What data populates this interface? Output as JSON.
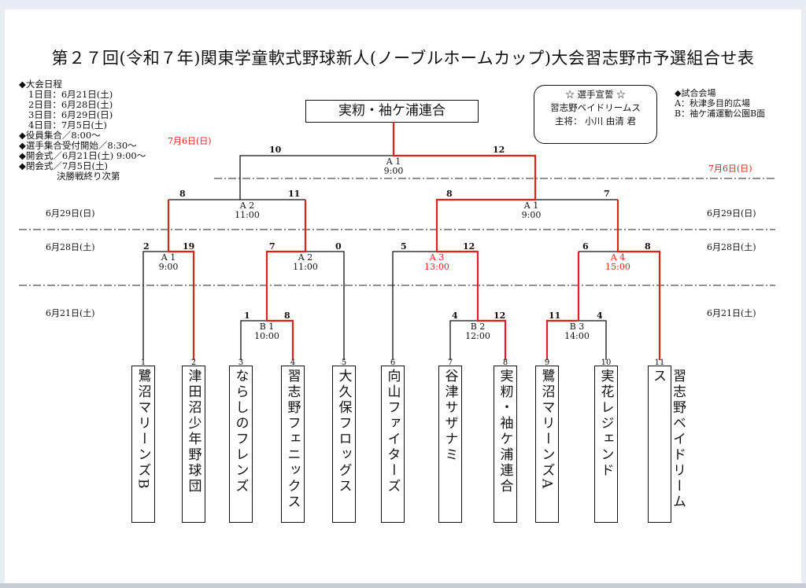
{
  "title": "第２７回(令和７年)関東学童軟式野球新人(ノーブルホームカップ)大会習志野市予選組合せ表",
  "schedule": {
    "header": "◆大会日程",
    "days": [
      "1日目：6月21日(土)",
      "2日目：6月28日(土)",
      "3日目：6月29日(日)",
      "4日目：7月5日(土)"
    ],
    "notes": [
      "◆役員集合／8:00～",
      "◆選手集合受付開始／8:30～",
      "◆開会式／6月21日(土) 9:00～",
      "◆閉会式／7月5日(土)",
      "決勝戦終り次第"
    ]
  },
  "champion": "実籾・袖ケ浦連合",
  "oath": {
    "title": "☆ 選手宣誓 ☆",
    "team": "習志野ベイドリームス",
    "captain": "主将： 小川 由清 君"
  },
  "venues": {
    "header": "◆試合会場",
    "a": "A：秋津多目的広場",
    "b": "B：袖ケ浦運動公園B面"
  },
  "dates": {
    "final": "7月6日(日)",
    "semi": "6月29日(日)",
    "quarter": "6月28日(土)",
    "round1": "6月21日(土)"
  },
  "matches": {
    "final": {
      "court": "A 1",
      "time": "9:00"
    },
    "semi_left": {
      "court": "A 2",
      "time": "11:00"
    },
    "semi_right": {
      "court": "A 1",
      "time": "9:00"
    },
    "q1": {
      "court": "A 1",
      "time": "9:00"
    },
    "q2": {
      "court": "A 2",
      "time": "11:00"
    },
    "q3": {
      "court": "A 3",
      "time": "13:00"
    },
    "q4": {
      "court": "A 4",
      "time": "15:00"
    },
    "r1a": {
      "court": "B 1",
      "time": "10:00"
    },
    "r1b": {
      "court": "B 2",
      "time": "12:00"
    },
    "r1c": {
      "court": "B 3",
      "time": "14:00"
    }
  },
  "scores": [
    "10",
    "12",
    "8",
    "11",
    "8",
    "7",
    "2",
    "19",
    "7",
    "0",
    "5",
    "12",
    "6",
    "8",
    "1",
    "8",
    "4",
    "12",
    "11",
    "4"
  ],
  "teams": [
    {
      "seed": "1",
      "name": "鷺沼マリーンズB"
    },
    {
      "seed": "2",
      "name": "津田沼少年野球団"
    },
    {
      "seed": "3",
      "name": "ならしのフレンズ"
    },
    {
      "seed": "4",
      "name": "習志野フェニックス"
    },
    {
      "seed": "5",
      "name": "大久保フロッグス"
    },
    {
      "seed": "6",
      "name": "向山ファイターズ"
    },
    {
      "seed": "7",
      "name": "谷津サザナミ"
    },
    {
      "seed": "8",
      "name": "実籾・袖ケ浦連合"
    },
    {
      "seed": "9",
      "name": "鷺沼マリーンズA"
    },
    {
      "seed": "10",
      "name": "実花レジェンド"
    },
    {
      "seed": "11",
      "name": "習志野ベイドリームス"
    }
  ],
  "colors": {
    "winner_line": "#e0231a",
    "loser_line": "#111111"
  }
}
